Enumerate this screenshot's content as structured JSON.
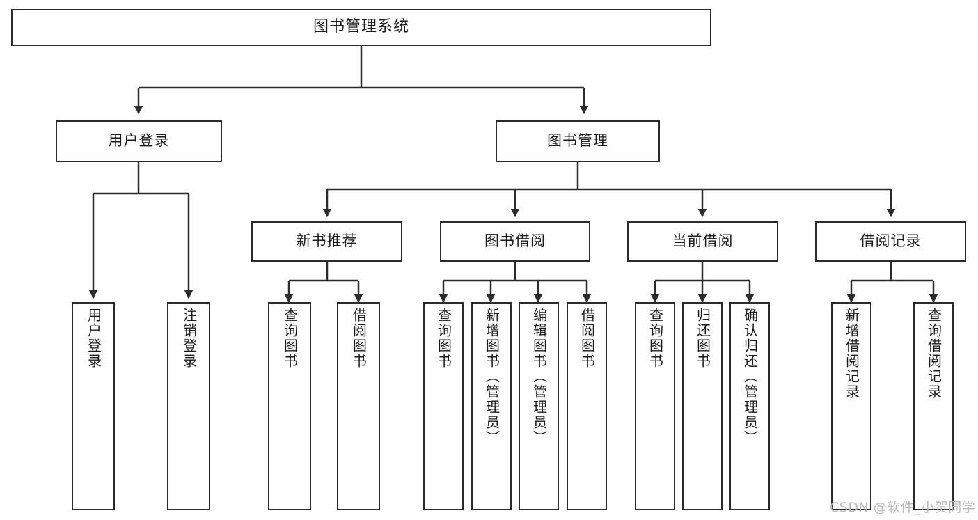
{
  "diagram": {
    "title": "图书管理系统",
    "type": "hierarchy-tree",
    "stroke_color": "#2b2b2b",
    "fill_color": "#ffffff",
    "text_color": "#1a1a1a"
  },
  "nodes": {
    "root": {
      "label": "图书管理系统"
    },
    "level2": [
      {
        "label": "用户登录"
      },
      {
        "label": "图书管理"
      }
    ],
    "level3": [
      {
        "label": "新书推荐"
      },
      {
        "label": "图书借阅"
      },
      {
        "label": "当前借阅"
      },
      {
        "label": "借阅记录"
      }
    ],
    "leaves": {
      "user_login": [
        {
          "label": "用户登录"
        },
        {
          "label": "注销登录"
        }
      ],
      "new_book_rec": [
        {
          "label": "查询图书"
        },
        {
          "label": "借阅图书"
        }
      ],
      "book_borrow": [
        {
          "label": "查询图书"
        },
        {
          "label": "新增图书（管理员）"
        },
        {
          "label": "编辑图书（管理员）"
        },
        {
          "label": "借阅图书"
        }
      ],
      "current_borrow": [
        {
          "label": "查询图书"
        },
        {
          "label": "归还图书"
        },
        {
          "label": "确认归还（管理员）"
        }
      ],
      "borrow_record": [
        {
          "label": "新增借阅记录"
        },
        {
          "label": "查询借阅记录"
        }
      ]
    }
  },
  "watermark": {
    "text": "CSDN @软件_小贺同学"
  }
}
